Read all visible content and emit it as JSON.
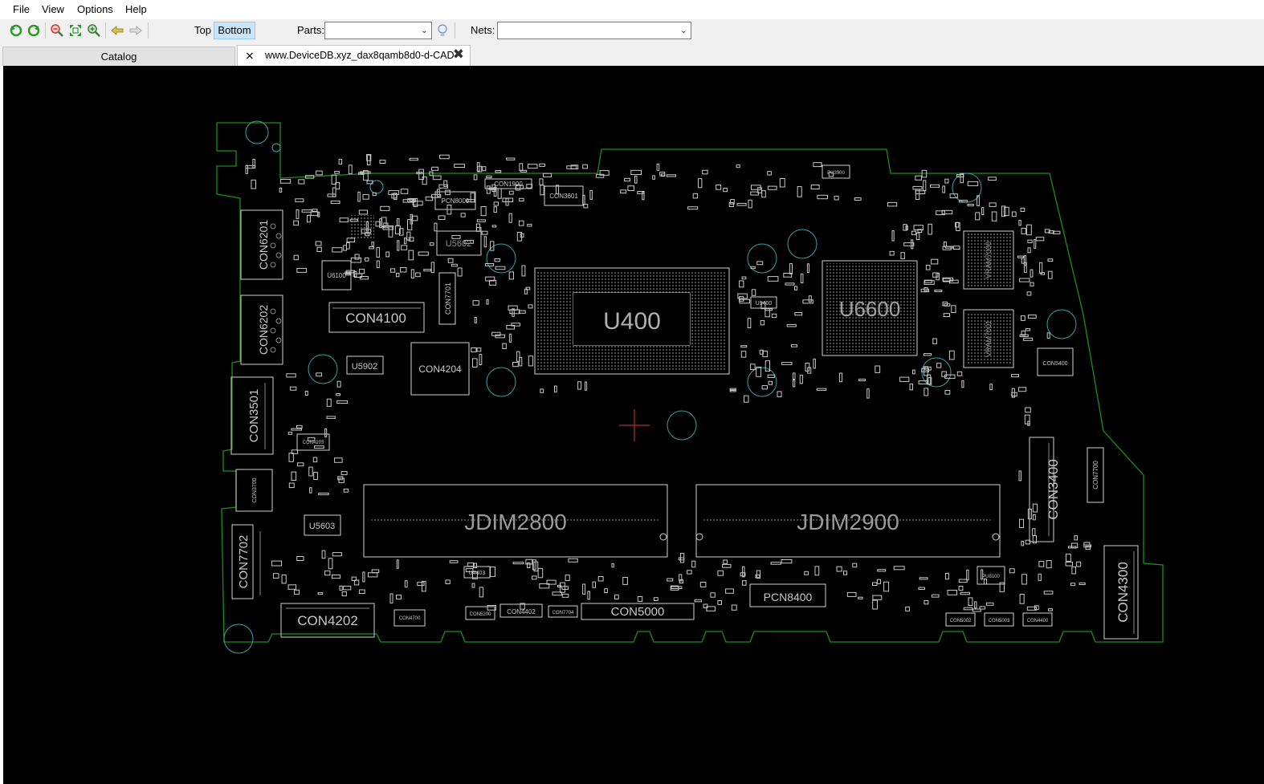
{
  "menu": {
    "file": "File",
    "view": "View",
    "options": "Options",
    "help": "Help"
  },
  "toolbar": {
    "top_label": "Top",
    "bottom_label": "Bottom",
    "parts_label": "Parts:",
    "parts_value": "",
    "nets_label": "Nets:",
    "nets_value": "",
    "icons": [
      "rotate-left-icon",
      "rotate-right-icon",
      "zoom-out-icon",
      "zoom-fit-icon",
      "zoom-in-icon",
      "back-arrow-icon",
      "forward-arrow-icon",
      "lightbulb-icon"
    ]
  },
  "tabs": {
    "catalog": "Catalog",
    "active": "www.DeviceDB.xyz_dax8qamb8d0-d-CAD"
  },
  "board": {
    "outline_color": "#1a8f1a",
    "component_color": "#d0d0d0",
    "marker_color": "#b03030",
    "parts": {
      "u400": "U400",
      "u6600": "U6600",
      "jdim2800": "JDIM2800",
      "jdim2900": "JDIM2900",
      "con4100": "CON4100",
      "con4204": "CON4204",
      "con4202": "CON4202",
      "con5000": "CON5000",
      "pcn8400": "PCN8400",
      "con3400": "CON3400",
      "con4300": "CON4300",
      "con6201": "CON6201",
      "con6202": "CON6202",
      "con3501": "CON3501",
      "con7702": "CON7702",
      "u5902": "U5902",
      "u5603": "U5603",
      "u6100": "U6100",
      "u5602": "U5602",
      "pcn8000": "PCN8000",
      "con3601": "CON3601",
      "con1900": "CON1900",
      "con7701": "CON7701",
      "con4203": "CON4203",
      "con3700": "CON3700",
      "con4700": "CON4700",
      "con5200": "CON5200",
      "con4402": "CON4402",
      "con7704": "CON7704",
      "u5400": "U5400",
      "u4403": "U4403",
      "vram7000": "VRAM7000",
      "vram7001": "VRAM7001",
      "con5400": "CON5400",
      "con7700": "CON7700",
      "pu8100": "PU8100",
      "pu3900": "PU3900",
      "con5002": "CON5002",
      "con5003": "CON5003",
      "con4400": "CON4400"
    }
  }
}
